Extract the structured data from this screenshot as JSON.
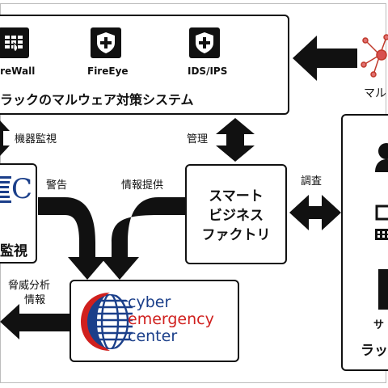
{
  "system": {
    "icons": [
      {
        "label": "ireWall",
        "icon": "firewall-icon"
      },
      {
        "label": "FireEye",
        "icon": "shield-plus-icon"
      },
      {
        "label": "IDS/IPS",
        "icon": "shield-plus-icon"
      }
    ],
    "title": "ラックのマルウェア対策システム"
  },
  "right_top_label": "マル",
  "labels": {
    "device_monitoring": "機器監視",
    "management": "管理",
    "warning": "警告",
    "info_provision": "情報提供",
    "investigation": "調査",
    "threat_analysis_line1": "脅威分析",
    "threat_analysis_line2": "情報"
  },
  "left_box": {
    "logo_fragment": "C",
    "label": "監視"
  },
  "smart_factory": {
    "line1": "スマート",
    "line2": "ビジネス",
    "line3": "ファクトリ"
  },
  "cec": {
    "line1": "cyber",
    "line2": "emergency",
    "line3": "center",
    "colors": {
      "cyber": "#1b3f8a",
      "emergency": "#d0201e",
      "center": "#1b3f8a"
    }
  },
  "right_box": {
    "text1": "サ",
    "text2": "ラッ"
  }
}
